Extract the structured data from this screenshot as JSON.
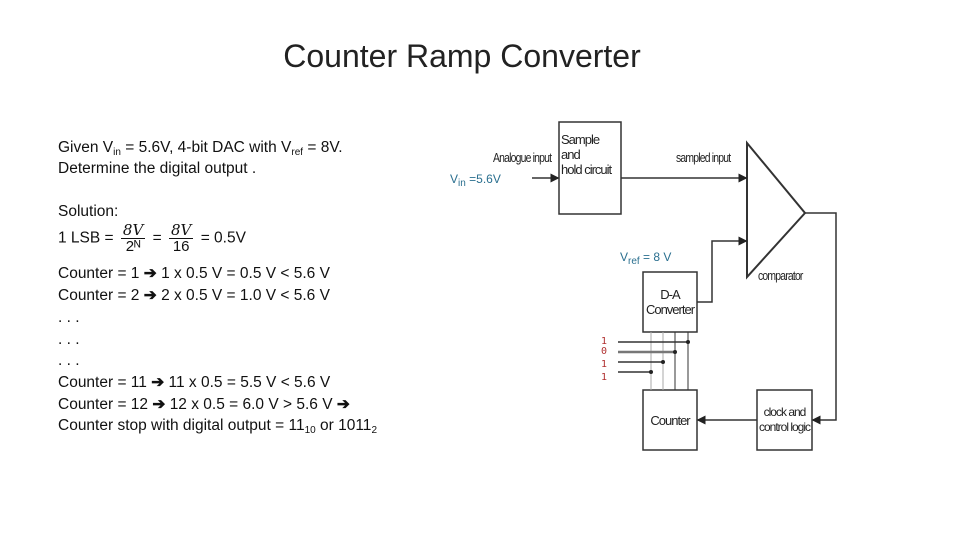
{
  "title": "Counter Ramp Converter",
  "problem": {
    "line1_a": "Given V",
    "line1_sub1": "in",
    "line1_b": " = 5.6V, 4-bit DAC with V",
    "line1_sub2": "ref",
    "line1_c": " = 8V.",
    "line2": "Determine the digital output ."
  },
  "solution": {
    "heading": "Solution:",
    "lsb_prefix": "1 LSB =",
    "frac1_num": "8V",
    "frac1_den": "2ᴺ",
    "eq": "=",
    "frac2_num": "8V",
    "frac2_den": "16",
    "lsb_result": "= 0.5V",
    "steps": [
      {
        "left": "Counter = 1",
        "right": "1 x 0.5 V = 0.5 V < 5.6 V"
      },
      {
        "left": "Counter = 2",
        "right": "2 x 0.5 V = 1.0 V < 5.6 V"
      }
    ],
    "ellipsis": [
      ". . .",
      ". . .",
      ". . ."
    ],
    "steps2": [
      {
        "left": "Counter = 11",
        "right": "11 x 0.5 = 5.5 V < 5.6 V"
      },
      {
        "left": "Counter = 12",
        "right": "12 x 0.5 = 6.0 V > 5.6 V"
      }
    ],
    "arrow": "➔",
    "final_a": "Counter stop with digital output = 11",
    "final_sub1": "10",
    "final_b": " or 1011",
    "final_sub2": "2"
  },
  "diagram": {
    "vin_a": "V",
    "vin_sub": "in",
    "vin_b": " =5.6V",
    "vref_a": "V",
    "vref_sub": "ref",
    "vref_b": " = 8 V",
    "analogue_input": "Analogue input",
    "sample_hold": [
      "Sample and",
      "hold circuit"
    ],
    "sampled_input": "sampled input",
    "comparator": "comparator",
    "dac": [
      "D-A",
      "Converter"
    ],
    "counter": "Counter",
    "clock": [
      "clock and",
      "control logic"
    ],
    "bits": [
      "1",
      "0",
      "1",
      "1"
    ],
    "colors": {
      "label": "#2a6f8f",
      "bits": "#b03030"
    }
  }
}
